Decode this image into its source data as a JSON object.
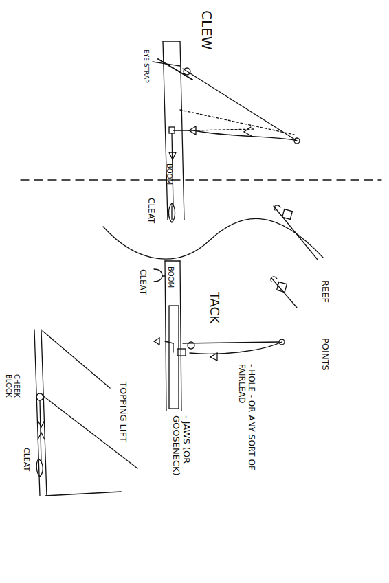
{
  "diagram": {
    "labels": [
      "CLEW",
      "EYE-STRAP",
      "BOOM",
      "CLEAT",
      "REEF",
      "POINTS",
      "TACK",
      "BOOM",
      "CLEAT",
      "- HOLE - OR ANY SORT OF FAIRLEAD",
      "- JAWS (OR GOOSENECK)",
      "CHEEK BLOCK",
      "TOPPING LIFT",
      "CLEAT"
    ]
  }
}
